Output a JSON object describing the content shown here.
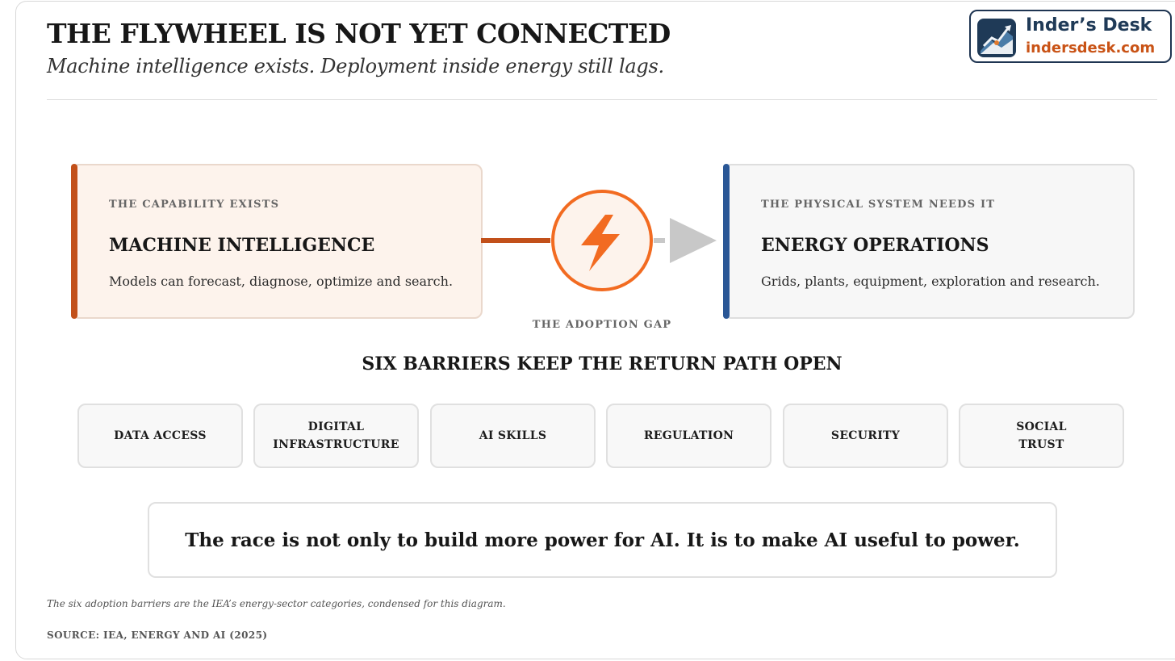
{
  "header": {
    "title": "THE FLYWHEEL IS NOT YET CONNECTED",
    "subtitle": "Machine intelligence exists. Deployment inside energy still lags."
  },
  "badge": {
    "name": "Inder’s Desk",
    "url": "indersdesk.com",
    "icon": "chart-logo-icon"
  },
  "left_card": {
    "kicker": "THE CAPABILITY EXISTS",
    "heading": "MACHINE INTELLIGENCE",
    "description": "Models can forecast, diagnose, optimize and search.",
    "accent": "#c2501a"
  },
  "right_card": {
    "kicker": "THE PHYSICAL SYSTEM NEEDS IT",
    "heading": "ENERGY OPERATIONS",
    "description": "Grids, plants, equipment, exploration and research.",
    "accent": "#2a5796"
  },
  "connector": {
    "icon": "lightning-bolt-icon",
    "label": "THE ADOPTION GAP",
    "accent": "#f26b21",
    "arrow_color": "#c8c8c8"
  },
  "barriers": {
    "title": "SIX BARRIERS KEEP THE RETURN PATH OPEN",
    "items": [
      "DATA ACCESS",
      "DIGITAL\nINFRASTRUCTURE",
      "AI SKILLS",
      "REGULATION",
      "SECURITY",
      "SOCIAL\nTRUST"
    ]
  },
  "conclusion": "The race is not only to build more power for AI. It is to make AI useful to power.",
  "footnote": "The six adoption barriers are the IEA’s energy-sector categories, condensed for this diagram.",
  "source": "SOURCE: IEA, ENERGY AND AI (2025)"
}
